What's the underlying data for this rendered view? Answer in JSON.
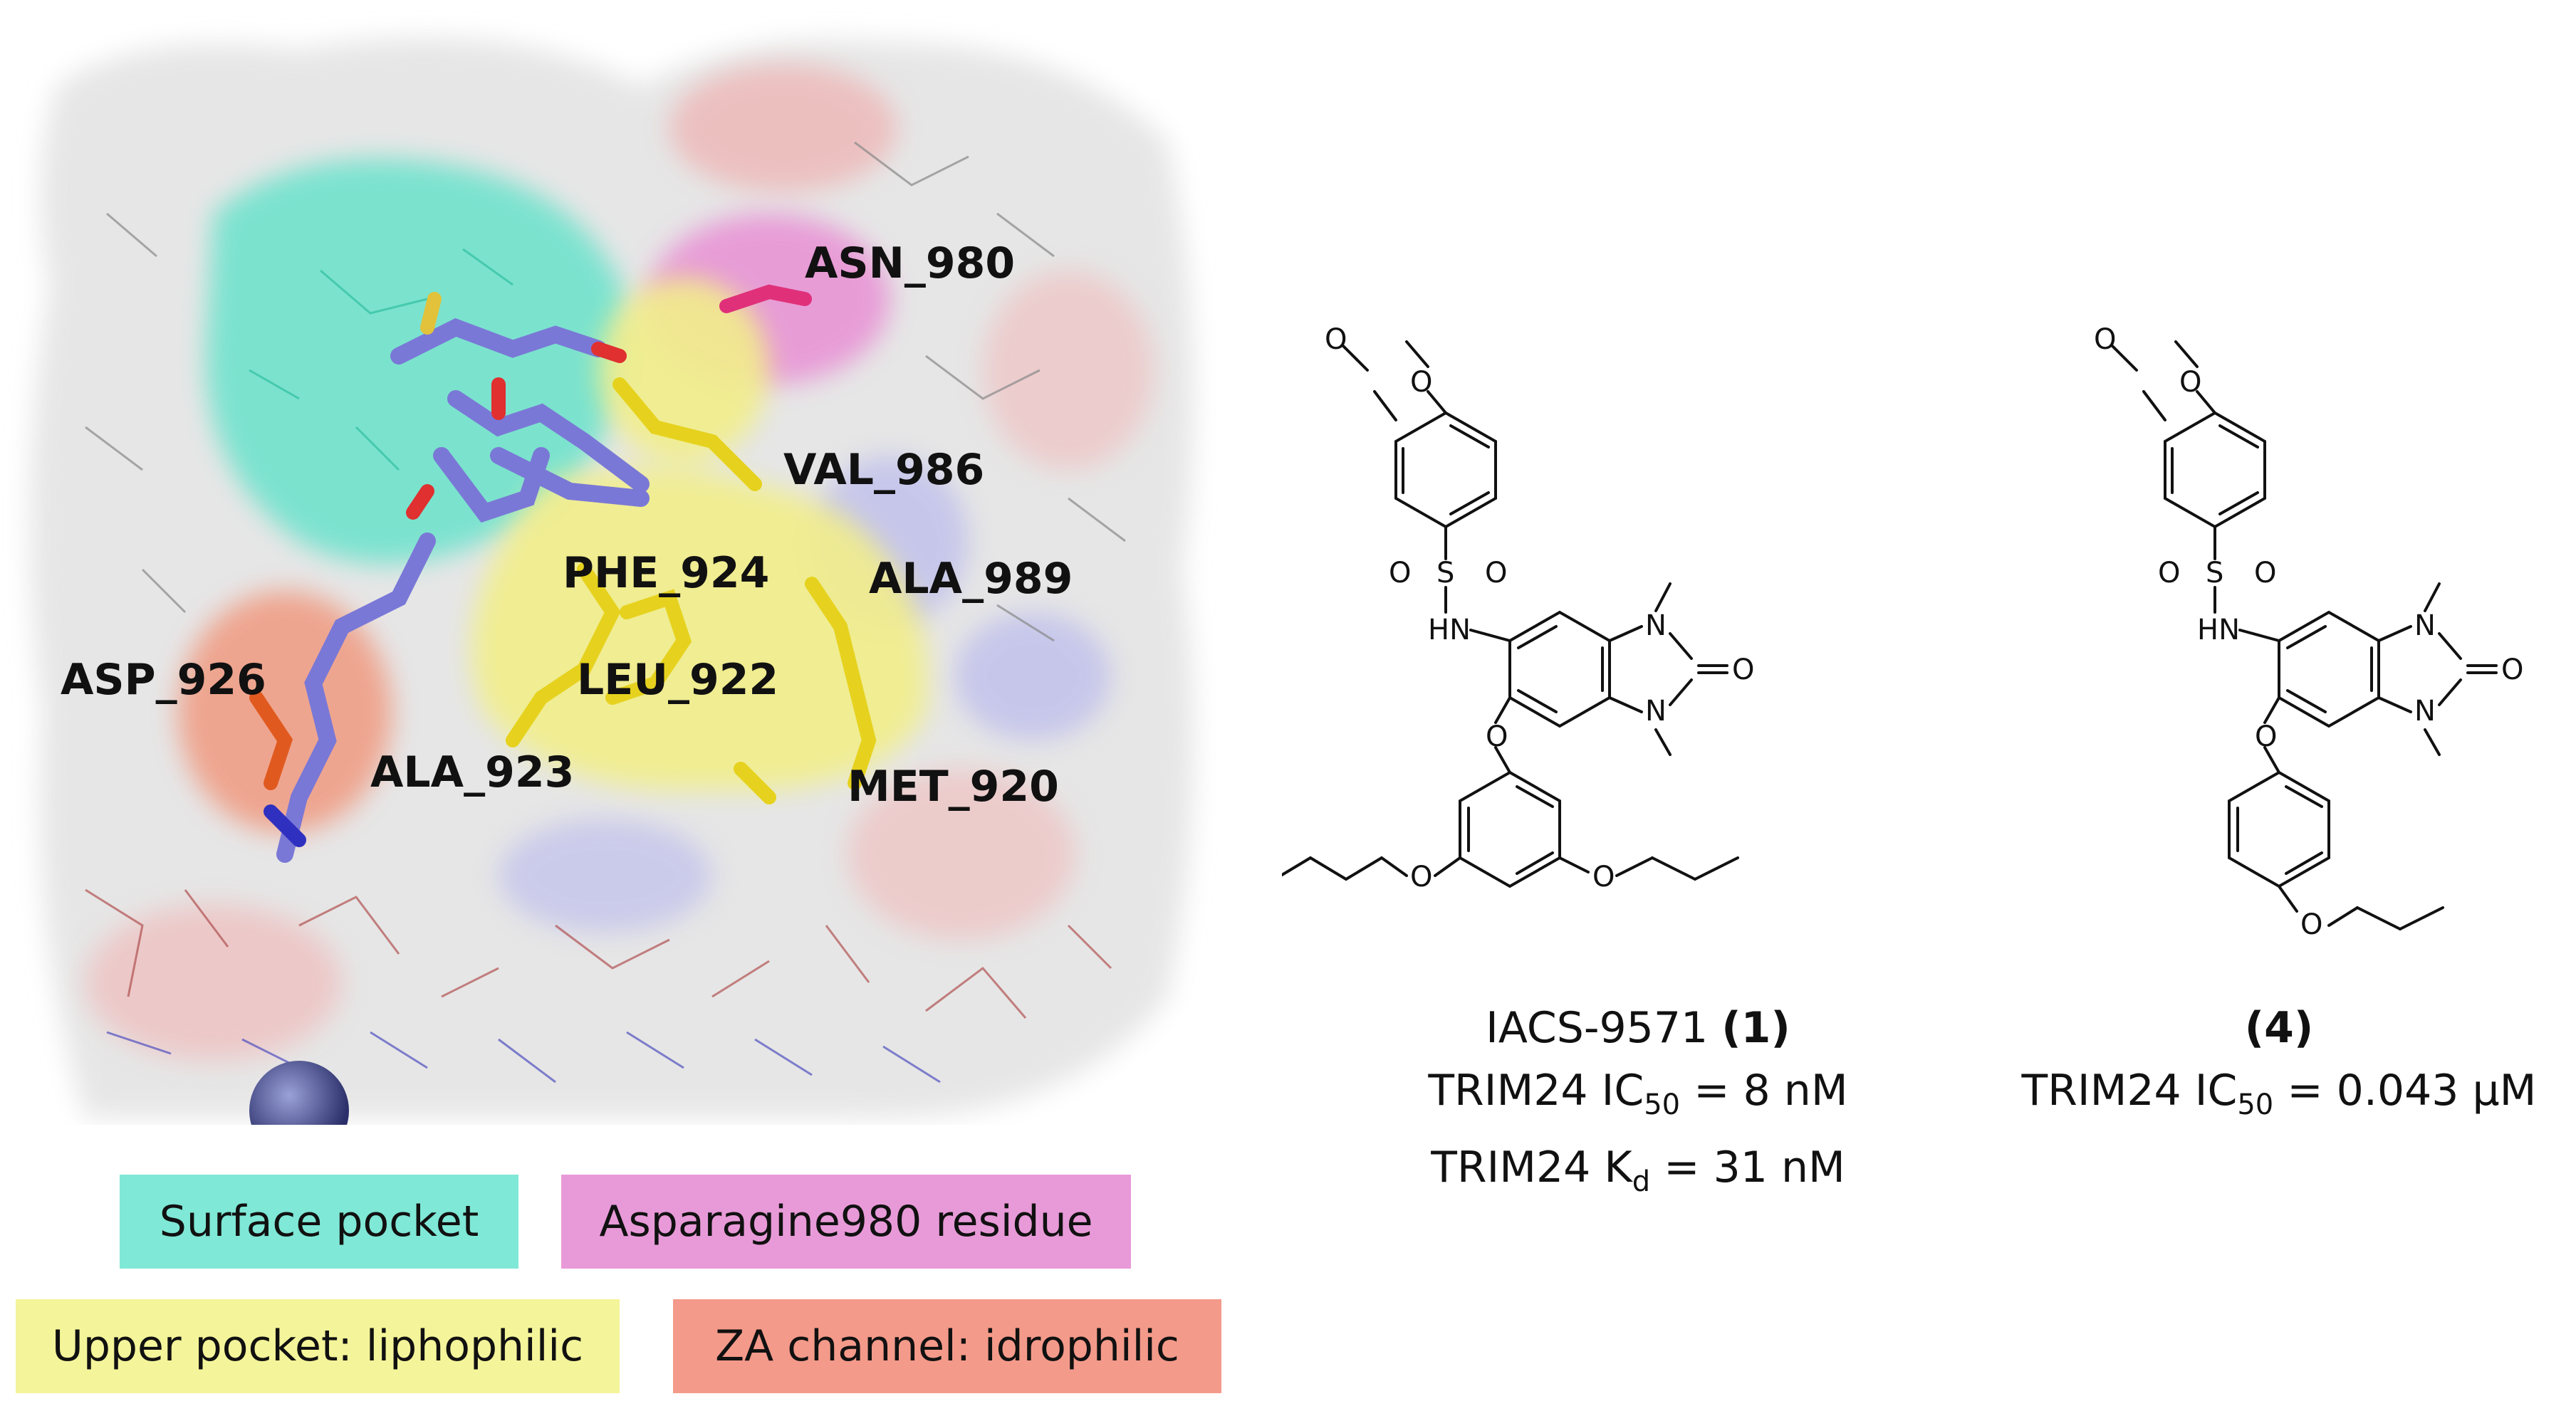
{
  "residues": {
    "asn980": "ASN_980",
    "val986": "VAL_986",
    "phe924": "PHE_924",
    "ala989": "ALA_989",
    "asp926": "ASP_926",
    "leu922": "LEU_922",
    "ala923": "ALA_923",
    "met920": "MET_920"
  },
  "legend": {
    "surface": "Surface pocket",
    "asparagine": "Asparagine980 residue",
    "upper": "Upper pocket: liphophilic",
    "za": "ZA channel: idrophilic"
  },
  "colors": {
    "surface": "#7fe8d6",
    "asparagine": "#e89ad8",
    "upper": "#f4f49a",
    "za": "#f49a8a",
    "ligand": "#7a78d6",
    "residue_stick": "#e6d21e"
  },
  "compound1": {
    "name": "IACS-9571 ",
    "number": "(1)",
    "ic50_prefix": "TRIM24 IC",
    "ic50_sub": "50",
    "ic50_value": " = 8 nM",
    "kd_prefix": "TRIM24 K",
    "kd_sub": "d",
    "kd_value": " = 31 nM"
  },
  "compound4": {
    "number": "(4)",
    "ic50_prefix": "TRIM24 IC",
    "ic50_sub": "50",
    "ic50_value": " = 0.043 µM"
  },
  "atoms": {
    "o": "O",
    "s": "S",
    "n": "N",
    "hn": "HN"
  }
}
